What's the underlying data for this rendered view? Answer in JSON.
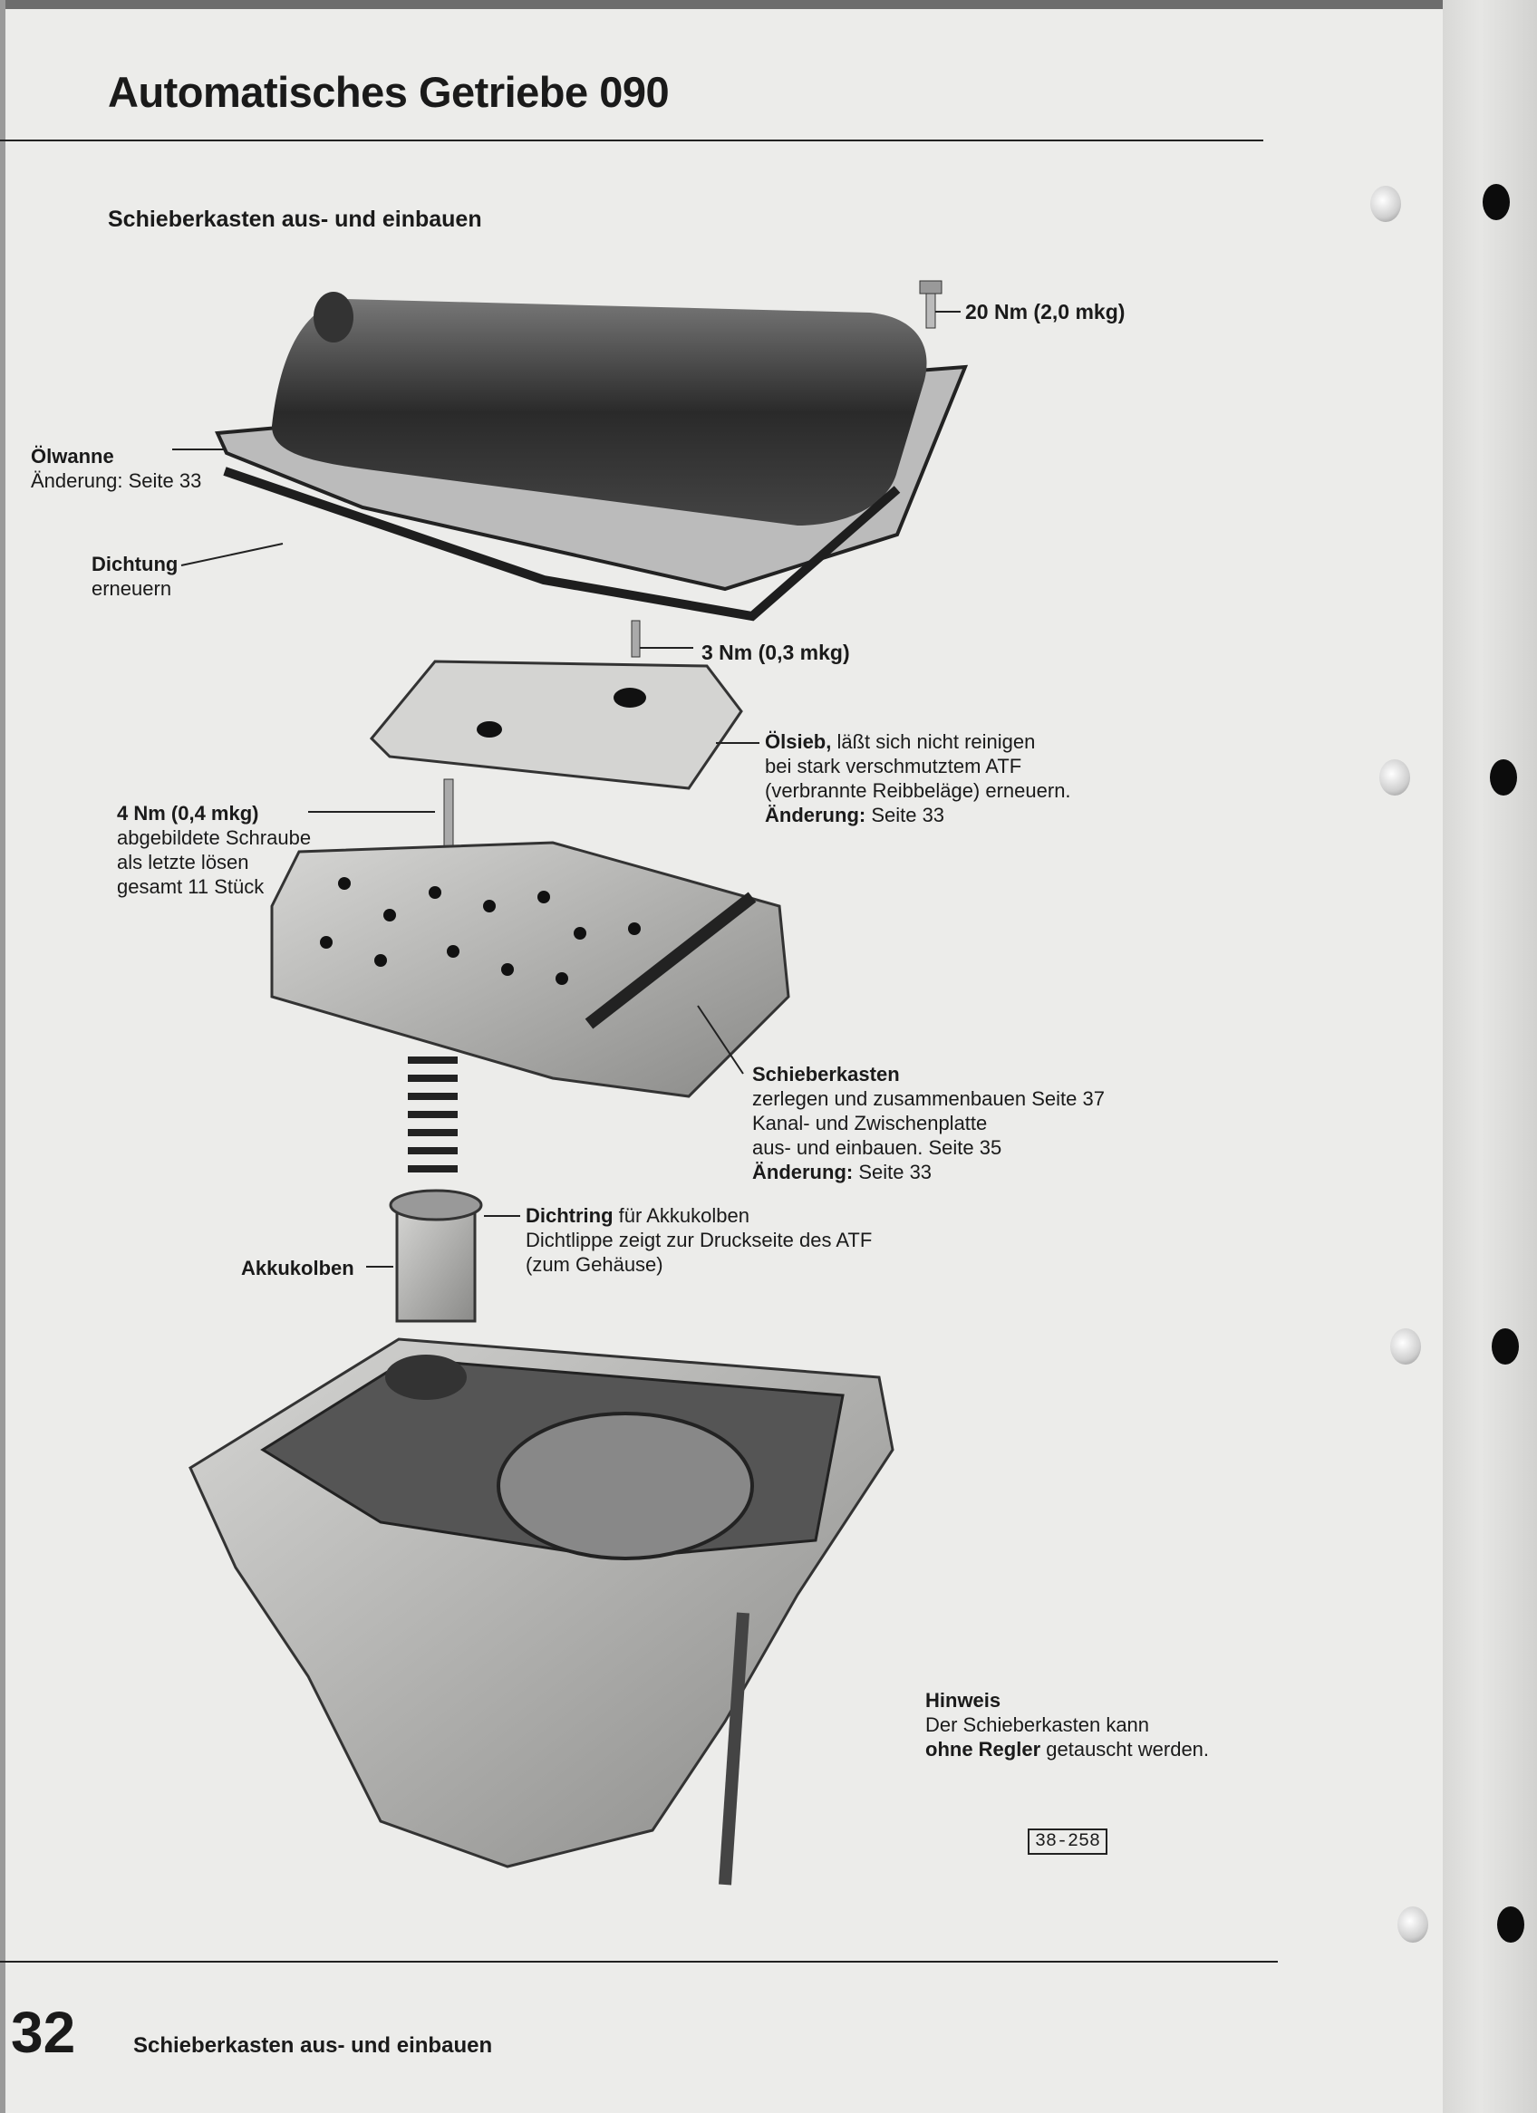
{
  "header": {
    "title": "Automatisches Getriebe 090",
    "subtitle": "Schieberkasten aus- und einbauen"
  },
  "labels": {
    "bolt_pan": "20 Nm (2,0 mkg)",
    "oelwanne": {
      "title": "Ölwanne",
      "line1": "Änderung: Seite 33"
    },
    "dichtung": {
      "title": "Dichtung",
      "line1": "erneuern"
    },
    "bolt_filter": "3 Nm (0,3 mkg)",
    "oelsieb": {
      "title": "Ölsieb,",
      "text1": " läßt sich nicht reinigen",
      "line2": "bei stark verschmutztem ATF",
      "line3": "(verbrannte Reibbeläge) erneuern.",
      "line4_bold": "Änderung:",
      "line4": " Seite 33"
    },
    "bolt_valve": {
      "title": "4 Nm (0,4 mkg)",
      "line1": "abgebildete Schraube",
      "line2": "als letzte lösen",
      "line3": "gesamt 11 Stück"
    },
    "schieberkasten": {
      "title": "Schieberkasten",
      "line1": "zerlegen und zusammenbauen Seite 37",
      "line2": "Kanal- und Zwischenplatte",
      "line3": "aus- und einbauen. Seite 35",
      "line4_bold": "Änderung:",
      "line4": " Seite 33"
    },
    "dichtring": {
      "title": "Dichtring",
      "text1": " für Akkukolben",
      "line2": "Dichtlippe zeigt zur Druckseite des ATF",
      "line3": "(zum Gehäuse)"
    },
    "akkukolben": "Akkukolben"
  },
  "note": {
    "title": "Hinweis",
    "line1": "Der Schieberkasten kann",
    "line2_bold": "ohne Regler",
    "line2": " getauscht werden."
  },
  "figure_number": "38-258",
  "footer": {
    "page_number": "32",
    "text": "Schieberkasten aus- und einbauen"
  }
}
